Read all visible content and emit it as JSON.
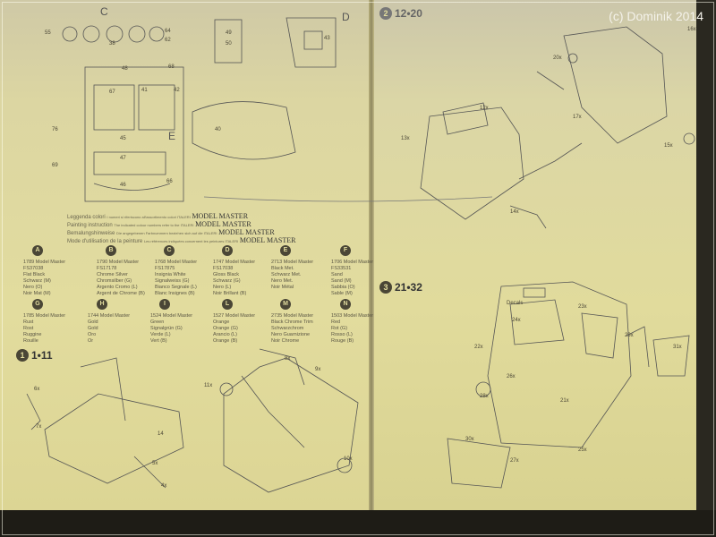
{
  "watermark": "(c) Dominik 2014",
  "sprues": {
    "c": "C",
    "d": "D",
    "e": "E"
  },
  "parts": [
    "55",
    "38",
    "64",
    "62",
    "49",
    "50",
    "43",
    "40",
    "48",
    "68",
    "67",
    "41",
    "42",
    "76",
    "45",
    "47",
    "46",
    "66",
    "69",
    "14"
  ],
  "legend": {
    "lines": [
      {
        "text": "Leggenda colori",
        "note": "I numeri si riferiscono all'assortimento colori ITALERI",
        "brand": "MODEL MASTER"
      },
      {
        "text": "Painting instruction",
        "note": "The indicated colour numbers refer to the ITALERI",
        "brand": "MODEL MASTER"
      },
      {
        "text": "Bemalungshinweise",
        "note": "Die angegebenen Farbnummern beziehen sich auf die ITALERI",
        "brand": "MODEL MASTER"
      },
      {
        "text": "Mode d'utilisation de la peinture",
        "note": "Les références indiquées concernent les peintures ITALERI",
        "brand": "MODEL MASTER"
      }
    ]
  },
  "paints": [
    {
      "key": "A",
      "text": "1789 Model Master\nFS37038\nFlat Black\nSchwarz (M)\nNero (O)\nNoir Mat (M)"
    },
    {
      "key": "B",
      "text": "1790 Model Master\nFS17178\nChrome Silver\nChromsilber (G)\nArgento Cromo (L)\nArgent de Chrome (B)"
    },
    {
      "key": "C",
      "text": "1768 Model Master\nFS17875\nInsignia White\nSignalweiss (G)\nBianco Segnale (L)\nBlanc Insignes (B)"
    },
    {
      "key": "D",
      "text": "1747 Model Master\nFS17038\nGloss Black\nSchwarz (G)\nNero (L)\nNoir Brillant (B)"
    },
    {
      "key": "E",
      "text": "2713 Model Master\nBlack Met.\nSchwarz Met.\nNero Met.\nNoir Métal"
    },
    {
      "key": "F",
      "text": "1706 Model Master\nFS33531\nSand\nSand (M)\nSabbia (O)\nSable (M)"
    },
    {
      "key": "G",
      "text": "1785 Model Master\nRust\nRost\nRuggine\nRouille"
    },
    {
      "key": "H",
      "text": "1744 Model Master\nGold\nGold\nOro\nOr"
    },
    {
      "key": "I",
      "text": "1524 Model Master\nGreen\nSignalgrün (G)\nVerde (L)\nVert (B)"
    },
    {
      "key": "L",
      "text": "1527 Model Master\nOrange\nOrange (G)\nArancio (L)\nOrange (B)"
    },
    {
      "key": "M",
      "text": "2735 Model Master\nBlack Chrome Trim\nSchwarzchrom\nNero Guarnizione\nNoir Chrome"
    },
    {
      "key": "N",
      "text": "1503 Model Master\nRed\nRot (G)\nRosso (L)\nRouge (B)"
    }
  ],
  "steps": [
    {
      "num": "1",
      "range": "1•11"
    },
    {
      "num": "2",
      "range": "12•20"
    },
    {
      "num": "3",
      "range": "21•32"
    }
  ],
  "callouts": [
    "6x",
    "7x",
    "8x",
    "9x",
    "11x",
    "10x",
    "4x",
    "5x",
    "12x",
    "13x",
    "14x",
    "15x",
    "16x",
    "17x",
    "20x",
    "21x",
    "22x",
    "23x",
    "24x",
    "25x",
    "26x",
    "27x",
    "28x",
    "29x",
    "30x",
    "31x"
  ],
  "decals": "Decals"
}
